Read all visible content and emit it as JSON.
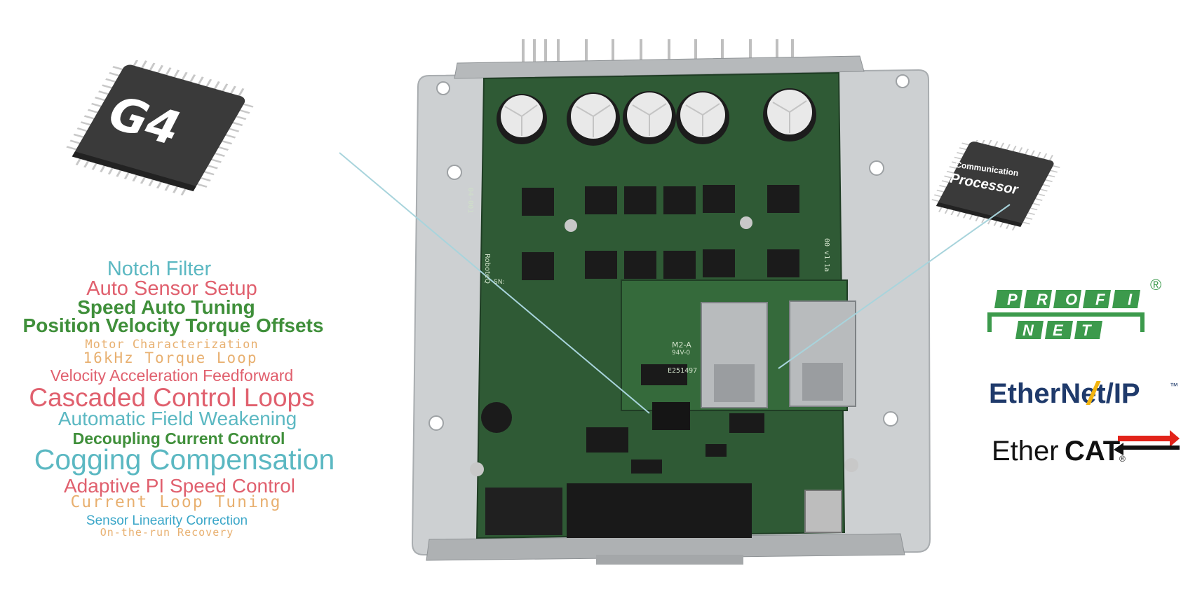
{
  "chip_g4": {
    "label": "G4"
  },
  "chip_comm": {
    "line1": "Communication",
    "line2": "Processor"
  },
  "word_cloud": [
    {
      "text": "Notch Filter",
      "color": "#5bb8c2"
    },
    {
      "text": "Auto Sensor Setup",
      "color": "#e0606e"
    },
    {
      "text": "Speed Auto Tuning",
      "color": "#3f8f3a"
    },
    {
      "text": "Position Velocity Torque Offsets",
      "color": "#3f8f3a"
    },
    {
      "text": "Motor Characterization",
      "color": "#e8b070"
    },
    {
      "text": "16kHz Torque Loop",
      "color": "#e8b070"
    },
    {
      "text": "Velocity Acceleration Feedforward",
      "color": "#e0606e"
    },
    {
      "text": "Cascaded Control Loops",
      "color": "#e0606e"
    },
    {
      "text": "Automatic Field Weakening",
      "color": "#5bb8c2"
    },
    {
      "text": "Decoupling Current Control",
      "color": "#3f8f3a"
    },
    {
      "text": "Cogging Compensation",
      "color": "#5bb8c2"
    },
    {
      "text": "Adaptive PI Speed Control",
      "color": "#e0606e"
    },
    {
      "text": "Current Loop Tuning",
      "color": "#e8b070"
    },
    {
      "text": "Sensor Linearity Correction",
      "color": "#3aa6c8"
    },
    {
      "text": "On-the-run Recovery",
      "color": "#e8b070"
    }
  ],
  "logos": {
    "profinet_top": [
      "P",
      "R",
      "O",
      "F",
      "I"
    ],
    "profinet_bottom": [
      "N",
      "E",
      "T"
    ],
    "profinet_reg": "®",
    "ethernetip": "EtherNet/IP",
    "ethernetip_tm": "™",
    "ethercat_a": "Ether",
    "ethercat_b": "CAT",
    "ethercat_reg": "®"
  },
  "board": {
    "marking_code": "04-001",
    "marking_ver": "00 v1.1a",
    "marking_ul": "94V-0",
    "marking_part": "E251497",
    "marking_m2": "M2-A",
    "brand": "RoboteQ",
    "sn_label": "SN:"
  },
  "colors": {
    "pcb": "#2f5a35",
    "pcb_dark": "#1f3d24",
    "metal": "#c9ccce",
    "leader_line": "#a8d4dc",
    "profinet_green": "#3c9a4c",
    "ethernetip_blue": "#1f3a6b",
    "ethernetip_yellow": "#f2b410",
    "ethercat_red": "#e2231a"
  },
  "icons": [
    "g4-chip-icon",
    "communication-processor-chip-icon"
  ]
}
